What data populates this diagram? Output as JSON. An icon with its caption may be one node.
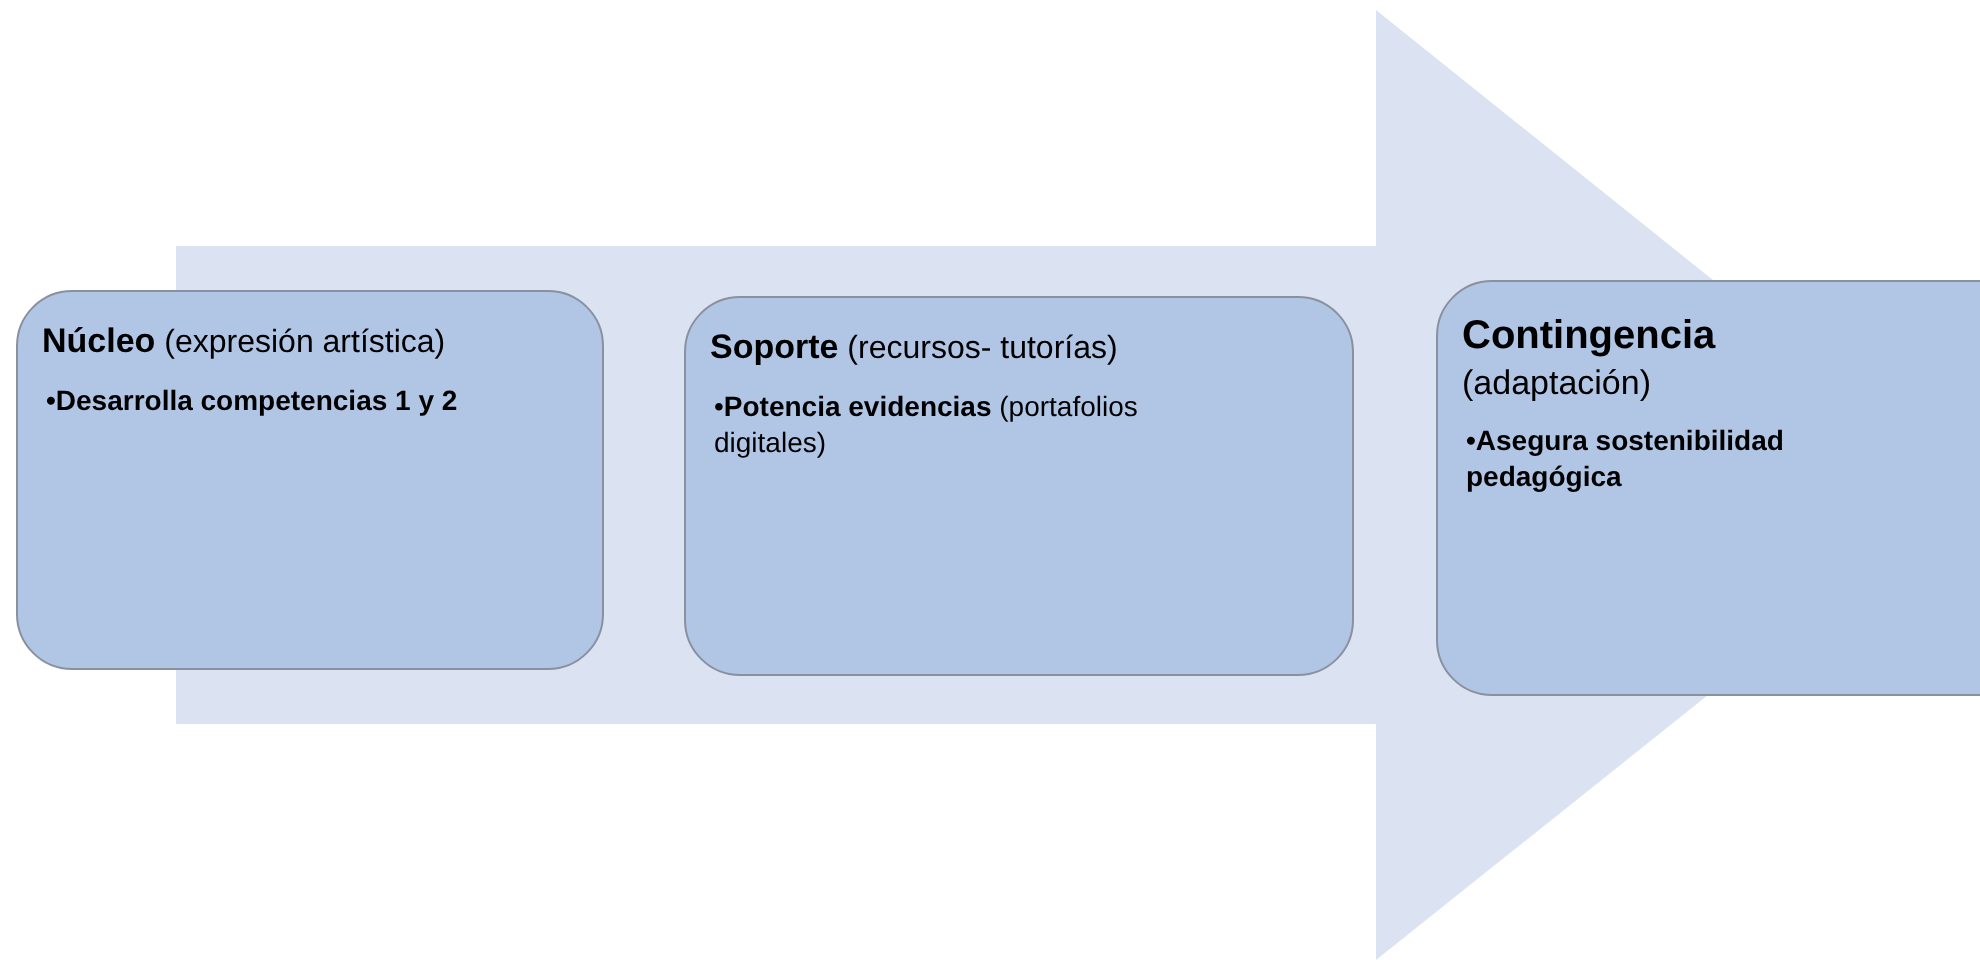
{
  "diagram": {
    "nodes": [
      {
        "text": [
          "**Núcleo** (expresión artística)",
          "•Desarrolla competencias 1 y 2"
        ]
      },
      {
        "text": [
          "**Soporte** (recursos- tutorías)",
          "•**Potencia evidencias** (portafolios digitales)"
        ]
      },
      {
        "text": [
          "**Contingencia** (adaptación)",
          "•Asegura sostenibilidad pedagógica"
        ]
      }
    ],
    "edges": [
      {
        "from": 0,
        "to": 2,
        "arrow": "to"
      }
    ]
  }
}
